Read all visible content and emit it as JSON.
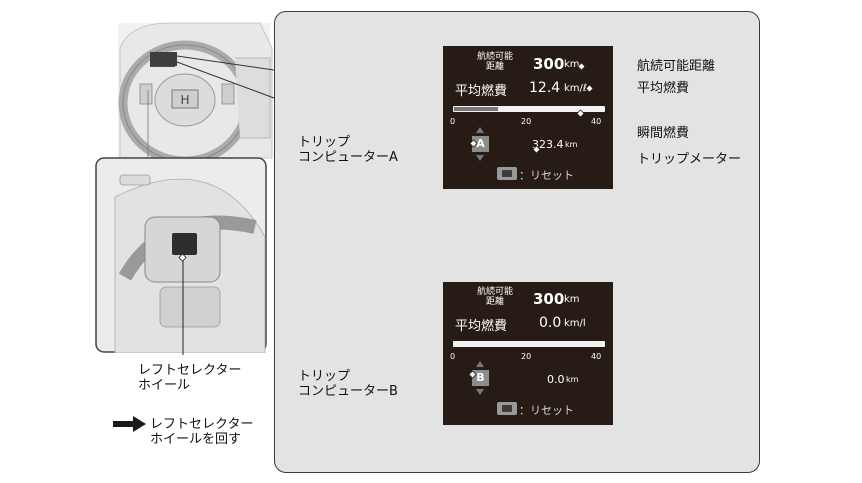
{
  "labels": {
    "range": "航続可能距離",
    "avg_fuel": "平均燃費",
    "inst_fuel": "瞬間燃費",
    "trip_a": "トリップ\nコンピューターA",
    "trip_b": "トリップ\nコンピューターB",
    "trip_meter": "トリップメーター",
    "left_wheel": "レフトセレクター\nホイール",
    "rotate_wheel": "レフトセレクター\nホイールを回す"
  },
  "screen_top": {
    "range_label": "航続可能\n距離",
    "range_value": "300",
    "range_unit": "km",
    "avg_label": "平均燃費",
    "avg_value": "12.4",
    "avg_unit": "km/ℓ",
    "ticks": [
      "0",
      "20",
      "40"
    ],
    "badge": "A",
    "trip_value": "323.4",
    "trip_unit": "km",
    "reset": "：リセット",
    "inst_fill": 0.3
  },
  "screen_bottom": {
    "range_label": "航続可能\n距離",
    "range_value": "300",
    "range_unit": "km",
    "avg_label": "平均燃費",
    "avg_value": "0.0",
    "avg_unit": "km/l",
    "ticks": [
      "0",
      "20",
      "40"
    ],
    "badge": "B",
    "trip_value": "0.0",
    "trip_unit": "km",
    "reset": "：リセット",
    "inst_fill": 0.0
  }
}
